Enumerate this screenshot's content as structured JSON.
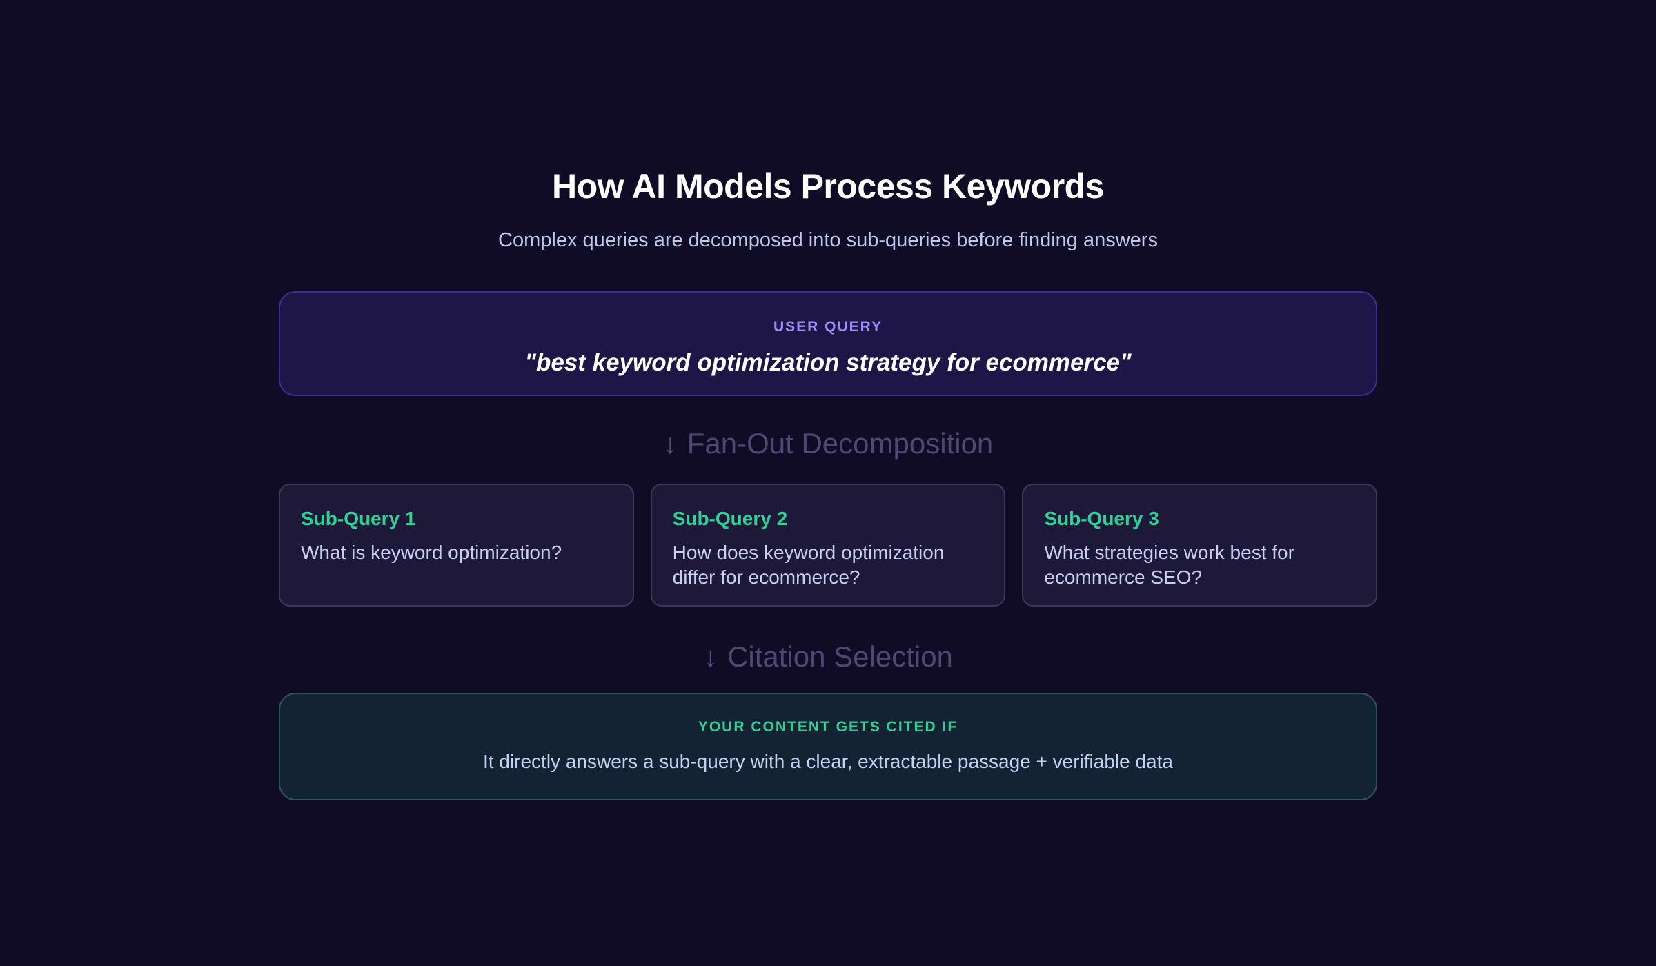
{
  "header": {
    "title": "How AI Models Process Keywords",
    "subtitle": "Complex queries are decomposed into sub-queries before finding answers"
  },
  "user_query": {
    "label": "USER QUERY",
    "text": "\"best keyword optimization strategy for ecommerce\""
  },
  "stages": {
    "fan_out": {
      "arrow": "↓",
      "label": "Fan-Out Decomposition"
    },
    "citation": {
      "arrow": "↓",
      "label": "Citation Selection"
    }
  },
  "sub_queries": [
    {
      "label": "Sub-Query 1",
      "text": "What is keyword optimization?"
    },
    {
      "label": "Sub-Query 2",
      "text": "How does keyword optimization differ for ecommerce?"
    },
    {
      "label": "Sub-Query 3",
      "text": "What strategies work best for ecommerce SEO?"
    }
  ],
  "citation_box": {
    "label": "YOUR CONTENT GETS CITED IF",
    "text": "It directly answers a sub-query with a clear, extractable passage + verifiable data"
  },
  "colors": {
    "page_bg": "#100c26",
    "title": "#ffffff",
    "subtitle": "#bfc8ee",
    "query_box_bg": "#1d1647",
    "query_box_border": "#3b2e94",
    "query_label": "#9e8cfa",
    "query_text": "#ffffff",
    "stage_label": "#4d4973",
    "card_bg": "#1e1839",
    "card_border": "#3d3857",
    "accent_green": "#2fd296",
    "body_text": "#c7cff2",
    "citation_bg": "#142333",
    "citation_border": "#2a575e"
  }
}
